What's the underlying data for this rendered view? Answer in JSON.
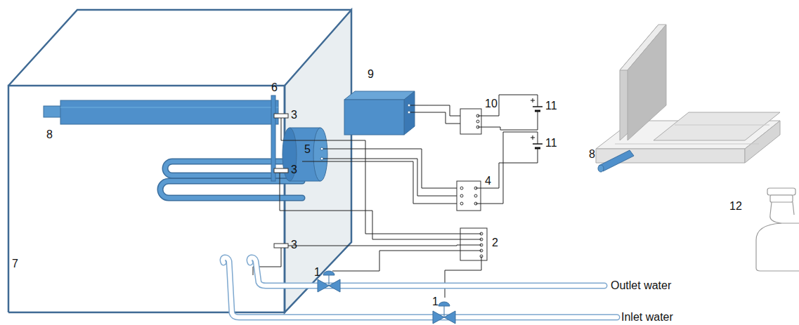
{
  "diagram": {
    "labels": [
      "6",
      "9",
      "3",
      "11",
      "10",
      "8",
      "5",
      "3",
      "11",
      "4",
      "8",
      "12",
      "3",
      "2",
      "7",
      "1",
      "Outlet water",
      "1",
      "Inlet water"
    ]
  }
}
